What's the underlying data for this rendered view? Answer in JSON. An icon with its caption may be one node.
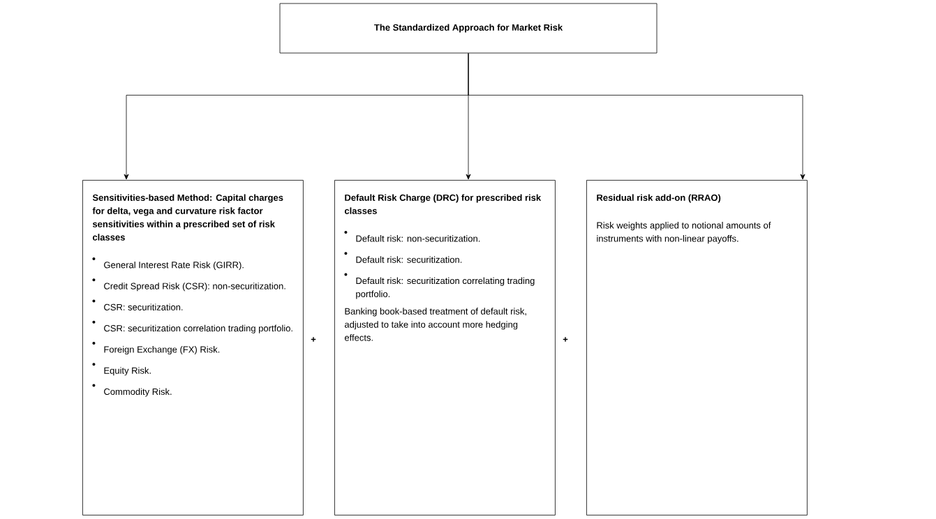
{
  "diagram": {
    "nodes": [
      {
        "text": [
          "The Standardized Approach for Market Risk"
        ]
      },
      {
        "text": [
          "Sensitivities-based Method: Capital charges for delta, vega and curvature risk factor sensitivities within a prescribed set of risk classes",
          "General Interest Rate Risk (GIRR).",
          "Credit Spread Risk (CSR): non-securitization.",
          "CSR: securitization.",
          "CSR: securitization correlation trading portfolio.",
          "Foreign Exchange (FX) Risk.",
          "Equity Risk.",
          "Commodity Risk."
        ]
      },
      {
        "text": [
          "Default Risk Charge (DRC) for prescribed risk classes",
          "Default risk: non-securitization.",
          "Default risk: securitization.",
          "Default risk: securitization correlating trading portfolio.",
          "Banking book-based treatment of default risk, adjusted to take into account more hedging effects."
        ]
      },
      {
        "text": [
          "Residual risk add-on (RRAO)",
          "Risk weights applied to notional amounts of instruments with non-linear payoffs."
        ]
      }
    ],
    "edges": [
      {
        "from": 0,
        "to": 1,
        "arrow": "to"
      },
      {
        "from": 0,
        "to": 2,
        "arrow": "to"
      },
      {
        "from": 0,
        "to": 3,
        "arrow": "to"
      }
    ],
    "labels": [
      "+",
      "+"
    ]
  }
}
